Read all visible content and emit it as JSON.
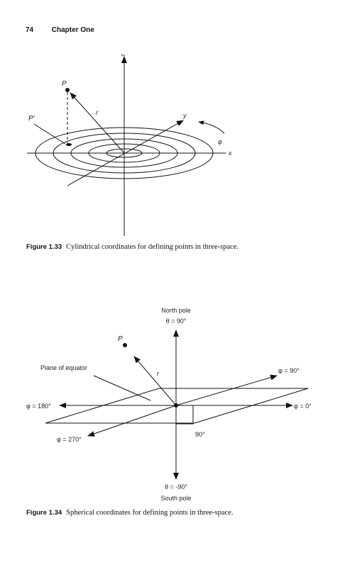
{
  "header": {
    "page_number": "74",
    "chapter": "Chapter One"
  },
  "figure_1_33": {
    "labels": {
      "z": "z",
      "y": "y",
      "x": "x",
      "r": "r",
      "p": "P",
      "p_prime": "P'",
      "phi": "φ"
    },
    "caption_number": "Figure 1.33",
    "caption_text": "Cylindrical coordinates for defining points in three-space."
  },
  "figure_1_34": {
    "labels": {
      "north_pole": "North pole",
      "theta_90": "θ = 90°",
      "p": "P",
      "r": "r",
      "plane_of_equator": "Plane of equator",
      "phi_90": "φ = 90°",
      "phi_180": "φ = 180°",
      "phi_0": "φ = 0°",
      "phi_270": "φ = 270°",
      "angle_90": "90°",
      "theta_minus_90": "θ = -90°",
      "south_pole": "South pole"
    },
    "caption_number": "Figure 1.34",
    "caption_text": "Spherical coordinates for defining points in three-space."
  }
}
